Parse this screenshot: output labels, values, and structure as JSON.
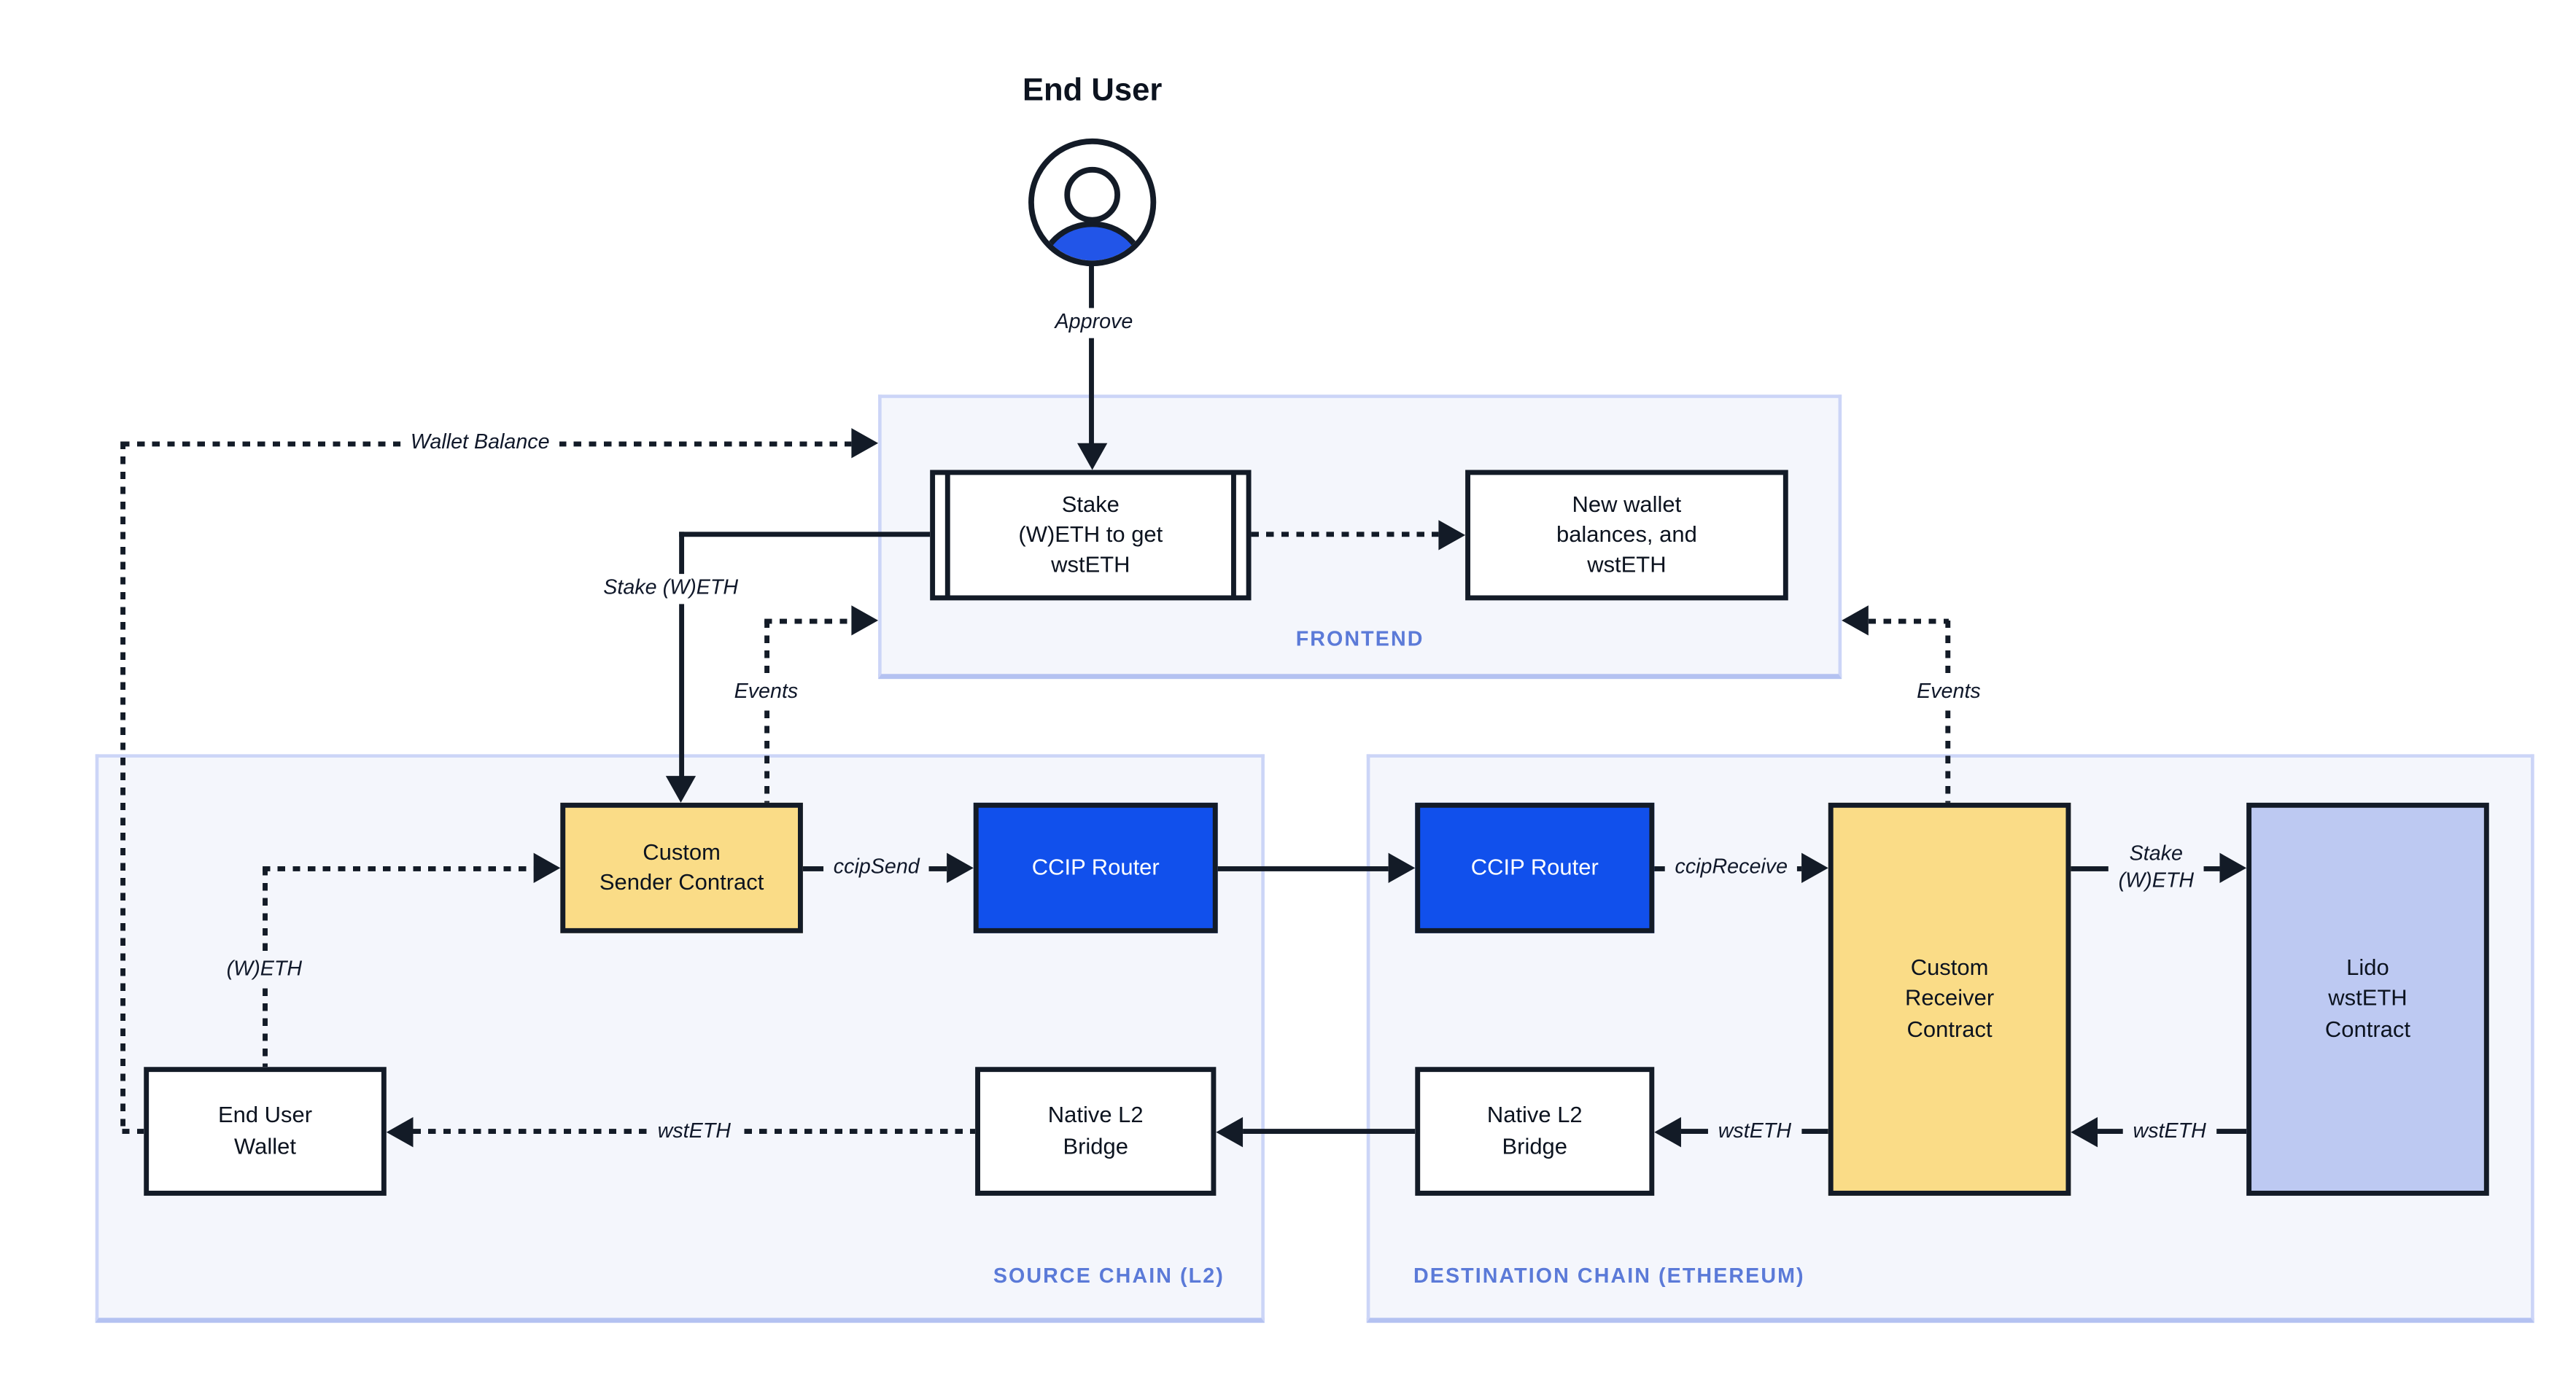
{
  "header": {
    "title": "End User"
  },
  "icons": {
    "end_user_icon": "person-in-circle"
  },
  "colors": {
    "accent_blue": "#1150ec",
    "person_blue": "#2255e8",
    "box_yellow": "#fadc87",
    "box_lavender": "#bdc9f2",
    "container_bg": "#f4f6fc",
    "container_border": "#ccd5f7",
    "caption_blue": "#5b7ad8",
    "line_dark": "#131b27"
  },
  "containers": {
    "frontend": {
      "label": "FRONTEND"
    },
    "source": {
      "label": "SOURCE CHAIN (L2)"
    },
    "destination": {
      "label": "DESTINATION CHAIN (ETHEREUM)"
    }
  },
  "nodes": {
    "stake_action": {
      "text": "Stake\n(W)ETH to get\nwstETH",
      "shape": "predefined-process"
    },
    "new_wallet": {
      "text": "New wallet\nbalances, and\nwstETH",
      "shape": "rect"
    },
    "custom_sender": {
      "text": "Custom\nSender Contract",
      "shape": "rect",
      "fill": "#fadc87"
    },
    "ccip_router_source": {
      "text": "CCIP Router",
      "shape": "rect",
      "fill": "#1150ec"
    },
    "ccip_router_destination": {
      "text": "CCIP Router",
      "shape": "rect",
      "fill": "#1150ec"
    },
    "custom_receiver": {
      "text": "Custom\nReceiver\nContract",
      "shape": "rect",
      "fill": "#fadc87"
    },
    "lido": {
      "text": "Lido\nwstETH\nContract",
      "shape": "rect",
      "fill": "#bdc9f2"
    },
    "native_bridge_destination": {
      "text": "Native L2\nBridge",
      "shape": "rect"
    },
    "native_bridge_source": {
      "text": "Native L2\nBridge",
      "shape": "rect"
    },
    "end_user_wallet": {
      "text": "End User\nWallet",
      "shape": "rect"
    }
  },
  "edges": [
    {
      "from": "end_user",
      "to": "stake_action",
      "label": "Approve",
      "style": "solid"
    },
    {
      "from": "end_user_wallet",
      "to": "frontend",
      "label": "Wallet Balance",
      "style": "dashed"
    },
    {
      "from": "stake_action",
      "to": "custom_sender",
      "label": "Stake (W)ETH",
      "style": "solid"
    },
    {
      "from": "custom_sender",
      "to": "frontend",
      "label": "Events",
      "style": "dashed"
    },
    {
      "from": "stake_action",
      "to": "new_wallet",
      "label": "",
      "style": "dashed"
    },
    {
      "from": "custom_receiver",
      "to": "frontend",
      "label": "Events",
      "style": "dashed"
    },
    {
      "from": "custom_sender",
      "to": "ccip_router_source",
      "label": "ccipSend",
      "style": "solid"
    },
    {
      "from": "ccip_router_source",
      "to": "ccip_router_destination",
      "label": "",
      "style": "solid"
    },
    {
      "from": "ccip_router_destination",
      "to": "custom_receiver",
      "label": "ccipReceive",
      "style": "solid"
    },
    {
      "from": "custom_receiver",
      "to": "lido",
      "label": "Stake\n(W)ETH",
      "style": "solid"
    },
    {
      "from": "lido",
      "to": "custom_receiver",
      "label": "wstETH",
      "style": "solid"
    },
    {
      "from": "custom_receiver",
      "to": "native_bridge_destination",
      "label": "wstETH",
      "style": "solid"
    },
    {
      "from": "native_bridge_destination",
      "to": "native_bridge_source",
      "label": "",
      "style": "solid"
    },
    {
      "from": "native_bridge_source",
      "to": "end_user_wallet",
      "label": "wstETH",
      "style": "dashed"
    },
    {
      "from": "end_user_wallet",
      "to": "custom_sender",
      "label": "(W)ETH",
      "style": "dashed"
    }
  ]
}
